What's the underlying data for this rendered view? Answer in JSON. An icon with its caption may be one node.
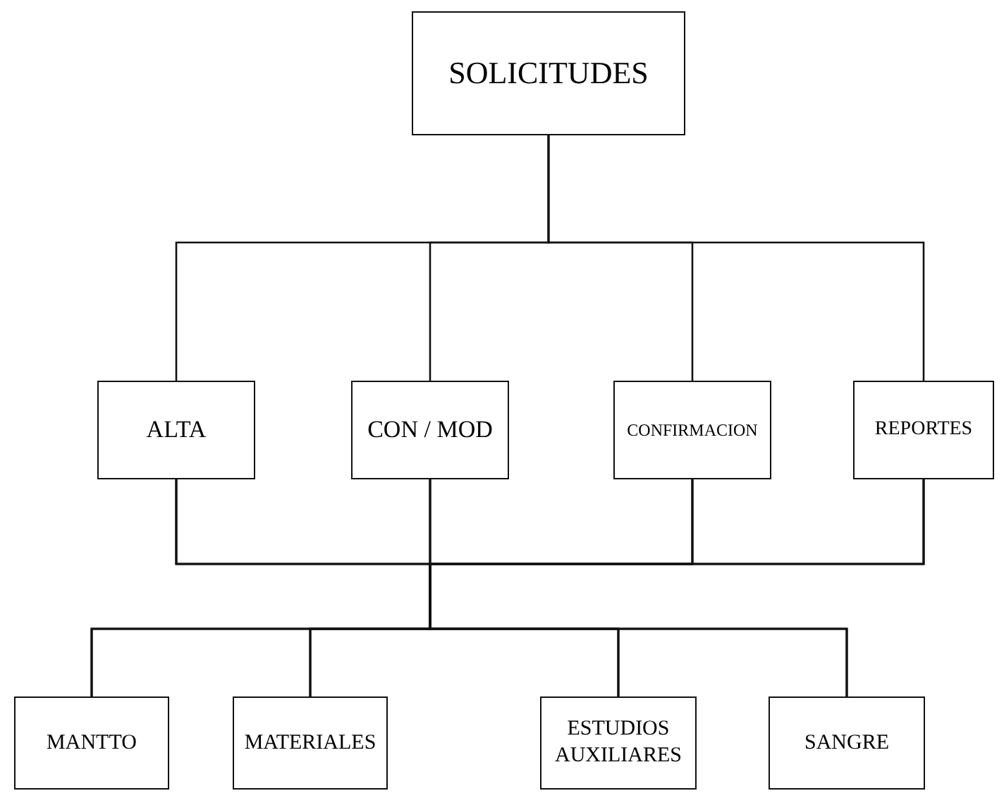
{
  "diagram": {
    "nodes": [
      {
        "text": [
          "SOLICITUDES"
        ]
      },
      {
        "text": [
          "ALTA"
        ]
      },
      {
        "text": [
          "CON / MOD"
        ]
      },
      {
        "text": [
          "CONFIRMACION"
        ]
      },
      {
        "text": [
          "REPORTES"
        ]
      },
      {
        "text": [
          "MANTTO"
        ]
      },
      {
        "text": [
          "MATERIALES"
        ]
      },
      {
        "text": [
          "ESTUDIOS AUXILIARES"
        ]
      },
      {
        "text": [
          "SANGRE"
        ]
      }
    ],
    "edges": [
      {
        "from": 0,
        "to": 1,
        "arrow": "none"
      },
      {
        "from": 0,
        "to": 2,
        "arrow": "none"
      },
      {
        "from": 0,
        "to": 3,
        "arrow": "none"
      },
      {
        "from": 0,
        "to": 4,
        "arrow": "none"
      },
      {
        "from": 1,
        "to": 5,
        "arrow": "none"
      },
      {
        "from": 1,
        "to": 6,
        "arrow": "none"
      },
      {
        "from": 1,
        "to": 7,
        "arrow": "none"
      },
      {
        "from": 1,
        "to": 8,
        "arrow": "none"
      },
      {
        "from": 2,
        "to": 5,
        "arrow": "none"
      },
      {
        "from": 2,
        "to": 6,
        "arrow": "none"
      },
      {
        "from": 2,
        "to": 7,
        "arrow": "none"
      },
      {
        "from": 2,
        "to": 8,
        "arrow": "none"
      },
      {
        "from": 3,
        "to": 5,
        "arrow": "none"
      },
      {
        "from": 3,
        "to": 6,
        "arrow": "none"
      },
      {
        "from": 3,
        "to": 7,
        "arrow": "none"
      },
      {
        "from": 3,
        "to": 8,
        "arrow": "none"
      },
      {
        "from": 4,
        "to": 5,
        "arrow": "none"
      },
      {
        "from": 4,
        "to": 6,
        "arrow": "none"
      },
      {
        "from": 4,
        "to": 7,
        "arrow": "none"
      },
      {
        "from": 4,
        "to": 8,
        "arrow": "none"
      }
    ]
  }
}
